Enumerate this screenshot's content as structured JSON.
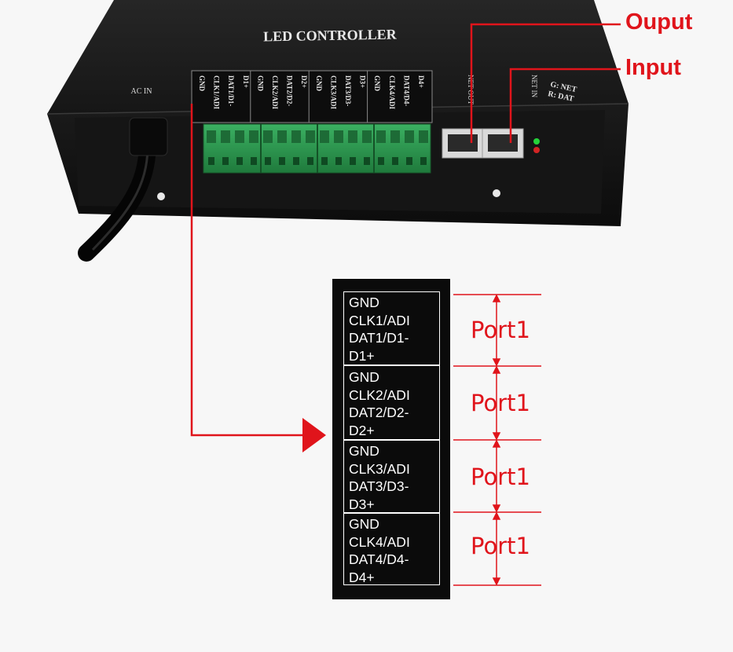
{
  "device": {
    "name_label": "LED CONTROLLER",
    "power_label": "AC IN",
    "terminal_labels": [
      "GND",
      "CLK1/ADI",
      "DAT1/D1-",
      "D1+",
      "GND",
      "CLK2/ADI",
      "DAT2/D2-",
      "D2+",
      "GND",
      "CLK3/ADI",
      "DAT3/D3-",
      "D3+",
      "GND",
      "CLK4/ADI",
      "DAT4/D4-",
      "D4+"
    ],
    "net_out_label": "NET OUT",
    "net_in_label": "NET IN",
    "led_legend": [
      "G: NET",
      "R: DAT"
    ]
  },
  "callouts": {
    "output_label": "Ouput",
    "input_label": "Input"
  },
  "pinout": {
    "groups": [
      {
        "lines": [
          "GND",
          "CLK1/ADI",
          "DAT1/D1-",
          "D1+"
        ],
        "port_label": "Port1"
      },
      {
        "lines": [
          "GND",
          "CLK2/ADI",
          "DAT2/D2-",
          "D2+"
        ],
        "port_label": "Port1"
      },
      {
        "lines": [
          "GND",
          "CLK3/ADI",
          "DAT3/D3-",
          "D3+"
        ],
        "port_label": "Port1"
      },
      {
        "lines": [
          "GND",
          "CLK4/ADI",
          "DAT4/D4-",
          "D4+"
        ],
        "port_label": "Port1"
      }
    ]
  },
  "colors": {
    "accent_red": "#e0141b",
    "device_black": "#111111",
    "terminal_green": "#2f9a52",
    "background": "#f7f7f7"
  }
}
